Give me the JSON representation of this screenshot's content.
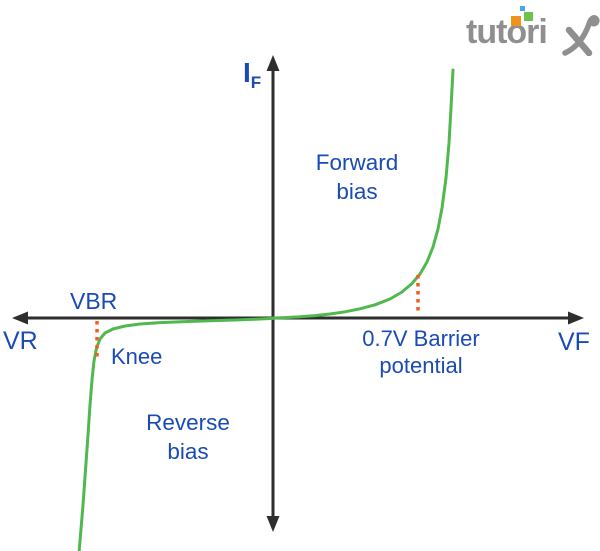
{
  "colors": {
    "text_blue": "#1A4BB5",
    "curve_green": "#4FB84E",
    "dotted_orange": "#F95A1D",
    "axis_black": "#2E2E2E",
    "logo_gray": "#8F8F8F",
    "logo_orange": "#F0931E",
    "logo_green": "#6CC24A",
    "logo_blue": "#3FA9F5"
  },
  "logo": {
    "text_main": "tutori",
    "text_x": "x"
  },
  "labels": {
    "current_axis": {
      "main": "I",
      "sub": "F"
    },
    "reverse_voltage": "VR",
    "forward_voltage": "VF",
    "forward_bias": [
      "Forward",
      "bias"
    ],
    "reverse_bias": [
      "Reverse",
      "bias"
    ],
    "breakdown": "VBR",
    "knee": "Knee",
    "barrier": [
      "0.7V Barrier",
      "potential"
    ]
  },
  "diagram": {
    "axes": {
      "x_axis": {
        "x1": 12,
        "y1": 318,
        "x2": 584,
        "y2": 318
      },
      "y_axis": {
        "x1": 273,
        "y1": 55,
        "x2": 273,
        "y2": 532
      }
    },
    "curves": {
      "forward": [
        [
          273,
          318
        ],
        [
          285,
          317.6
        ],
        [
          300,
          316.8
        ],
        [
          315,
          315.6
        ],
        [
          330,
          314
        ],
        [
          345,
          311.8
        ],
        [
          360,
          308.8
        ],
        [
          375,
          304.8
        ],
        [
          390,
          299
        ],
        [
          402,
          292
        ],
        [
          412,
          283.5
        ],
        [
          420,
          274
        ],
        [
          427,
          262
        ],
        [
          433,
          247
        ],
        [
          438,
          229
        ],
        [
          442,
          208
        ],
        [
          446,
          178
        ],
        [
          449,
          143
        ],
        [
          451,
          108
        ],
        [
          453,
          70
        ]
      ],
      "reverse": [
        [
          273,
          318.4
        ],
        [
          255,
          319.2
        ],
        [
          235,
          320
        ],
        [
          210,
          320.8
        ],
        [
          185,
          321.6
        ],
        [
          160,
          322.6
        ],
        [
          140,
          324
        ],
        [
          125,
          326
        ],
        [
          113,
          329
        ],
        [
          105,
          333
        ],
        [
          100,
          339
        ],
        [
          96.5,
          348
        ],
        [
          94,
          361
        ],
        [
          92,
          380
        ],
        [
          90,
          405
        ],
        [
          88,
          435
        ],
        [
          85.5,
          470
        ],
        [
          83,
          505
        ],
        [
          80.5,
          535
        ],
        [
          79,
          553
        ]
      ]
    },
    "dotted_lines": {
      "breakdown": {
        "x": 97,
        "y1": 321,
        "y2": 358
      },
      "barrier": {
        "x": 418,
        "y1": 275,
        "y2": 314
      }
    }
  },
  "chart_data": {
    "type": "line",
    "description_from_labels": "Diode V-I characteristic: forward bias region rises sharply after 0.7V barrier potential; reverse bias region shows knee and breakdown at VBR",
    "x_axis_left_label": "VR",
    "x_axis_right_label": "VF",
    "y_axis_label": "IF",
    "annotations": [
      "Forward bias",
      "Reverse bias",
      "VBR",
      "Knee",
      "0.7V Barrier potential"
    ],
    "series": [
      {
        "name": "forward-characteristic",
        "points_px": "diagram.curves.forward"
      },
      {
        "name": "reverse-characteristic",
        "points_px": "diagram.curves.reverse"
      }
    ]
  }
}
